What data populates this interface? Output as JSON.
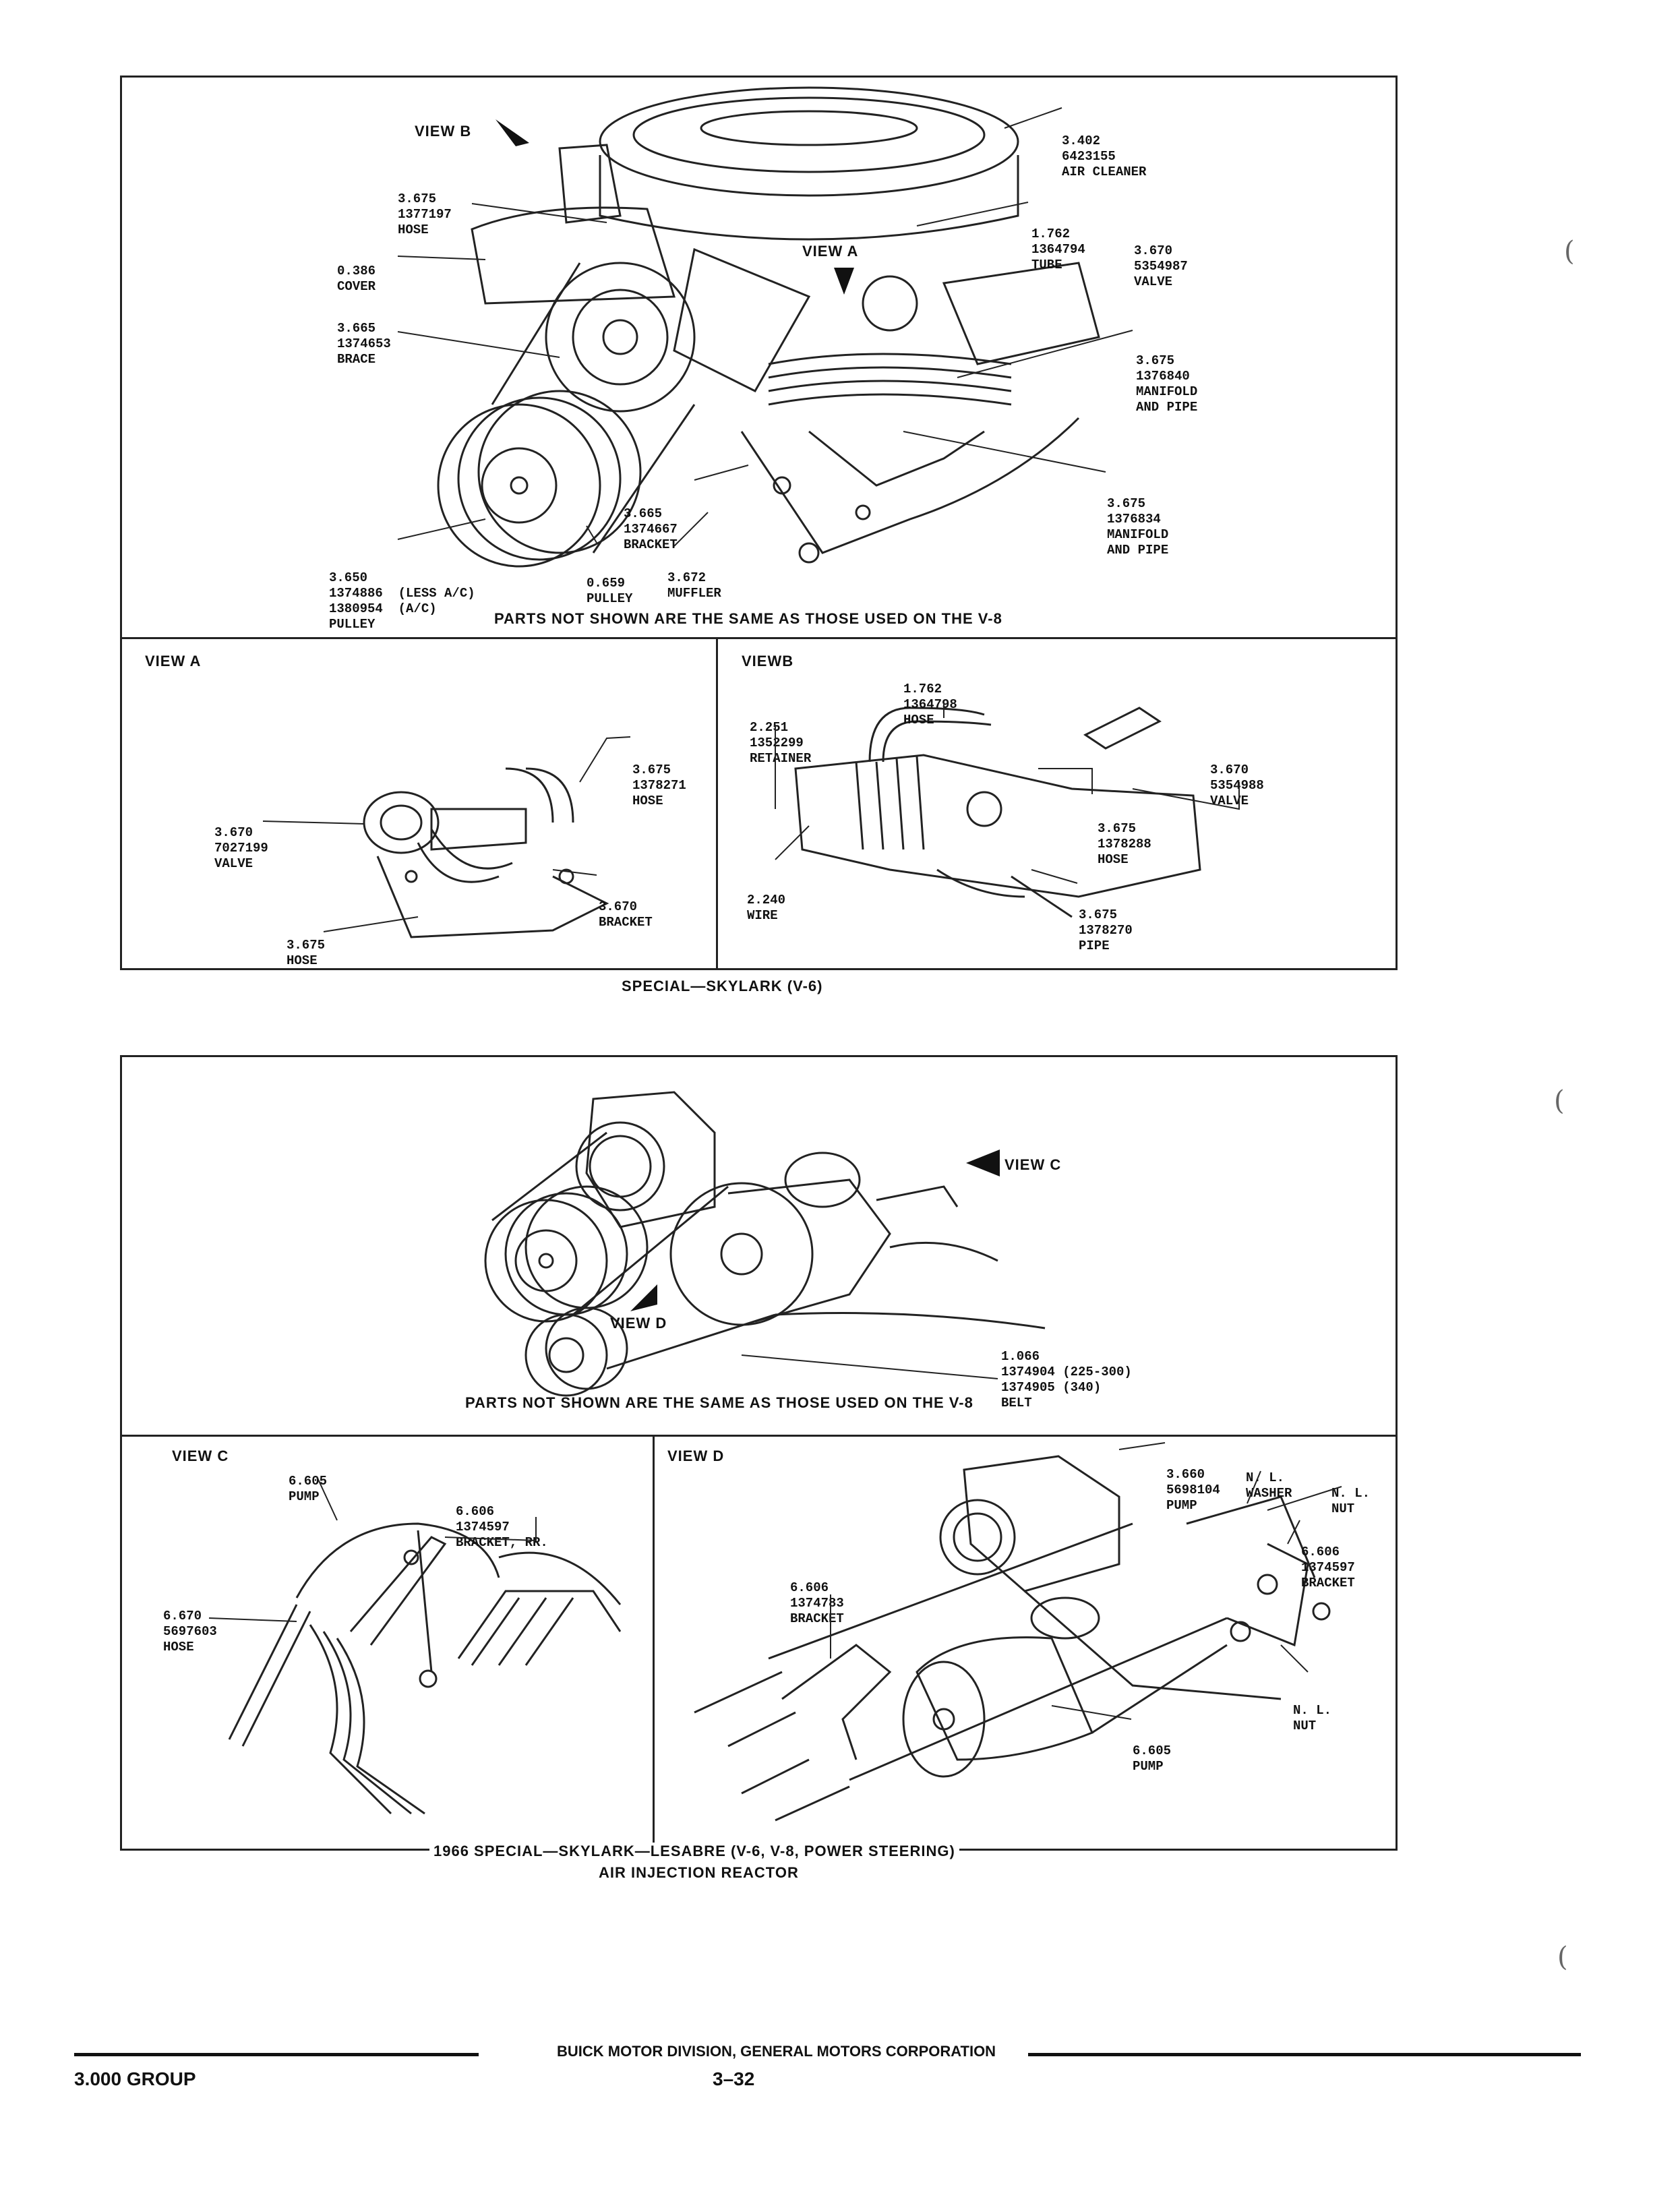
{
  "top": {
    "view_b_arrow": "VIEW B",
    "view_a_arrow": "VIEW A",
    "callouts": {
      "air_cleaner": [
        "3.402",
        "6423155",
        "AIR CLEANER"
      ],
      "hose_left": [
        "3.675",
        "1377197",
        "HOSE"
      ],
      "cover": [
        "0.386",
        "COVER"
      ],
      "brace": [
        "3.665",
        "1374653",
        "BRACE"
      ],
      "tube": [
        "1.762",
        "1364794",
        "TUBE"
      ],
      "valve": [
        "3.670",
        "5354987",
        "VALVE"
      ],
      "manifold_1": [
        "3.675",
        "1376840",
        "MANIFOLD",
        "AND PIPE"
      ],
      "manifold_2": [
        "3.675",
        "1376834",
        "MANIFOLD",
        "AND PIPE"
      ],
      "bracket": [
        "3.665",
        "1374667",
        "BRACKET"
      ],
      "pulley_main": [
        "3.650",
        "1374886  (LESS A/C)",
        "1380954  (A/C)",
        "PULLEY"
      ],
      "pulley_small": [
        "0.659",
        "PULLEY"
      ],
      "muffler": [
        "3.672",
        "MUFFLER"
      ]
    },
    "caption": "PARTS NOT SHOWN ARE THE SAME AS THOSE USED ON THE V-8"
  },
  "view_a": {
    "title": "VIEW A",
    "callouts": {
      "hose_top": [
        "3.675",
        "1378271",
        "HOSE"
      ],
      "valve": [
        "3.670",
        "7027199",
        "VALVE"
      ],
      "bracket": [
        "3.670",
        "BRACKET"
      ],
      "hose_bottom": [
        "3.675",
        "HOSE"
      ]
    }
  },
  "view_b": {
    "title": "VIEWB",
    "callouts": {
      "hose_top": [
        "1.762",
        "1364798",
        "HOSE"
      ],
      "retainer": [
        "2.251",
        "1352299",
        "RETAINER"
      ],
      "valve": [
        "3.670",
        "5354988",
        "VALVE"
      ],
      "hose_mid": [
        "3.675",
        "1378288",
        "HOSE"
      ],
      "wire": [
        "2.240",
        "WIRE"
      ],
      "pipe": [
        "3.675",
        "1378270",
        "PIPE"
      ]
    }
  },
  "section1_caption": "SPECIAL—SKYLARK (V-6)",
  "lower": {
    "view_c_arrow": "VIEW C",
    "view_d_arrow": "VIEW D",
    "callouts": {
      "belt": [
        "1.066",
        "1374904 (225-300)",
        "1374905 (340)",
        "BELT"
      ]
    },
    "caption": "PARTS NOT SHOWN ARE THE SAME AS THOSE USED ON THE V-8"
  },
  "view_c": {
    "title": "VIEW C",
    "callouts": {
      "pump": [
        "6.605",
        "PUMP"
      ],
      "bracket_rr": [
        "6.606",
        "1374597",
        "BRACKET, RR."
      ],
      "hose": [
        "6.670",
        "5697603",
        "HOSE"
      ]
    }
  },
  "view_d": {
    "title": "VIEW D",
    "callouts": {
      "pump_top": [
        "3.660",
        "5698104",
        "PUMP"
      ],
      "washer": [
        "N. L.",
        "WASHER"
      ],
      "nut_top": [
        "N. L.",
        "NUT"
      ],
      "bracket_right": [
        "6.606",
        "1374597",
        "BRACKET"
      ],
      "bracket_left": [
        "6.606",
        "1374783",
        "BRACKET"
      ],
      "nut_bottom": [
        "N. L.",
        "NUT"
      ],
      "pump_bottom": [
        "6.605",
        "PUMP"
      ]
    }
  },
  "section2_caption_1": "1966 SPECIAL—SKYLARK—LESABRE (V-6, V-8, POWER STEERING)",
  "section2_caption_2": "AIR INJECTION REACTOR",
  "footer": {
    "corporation": "BUICK MOTOR DIVISION, GENERAL MOTORS CORPORATION",
    "group": "3.000 GROUP",
    "page": "3–32"
  }
}
